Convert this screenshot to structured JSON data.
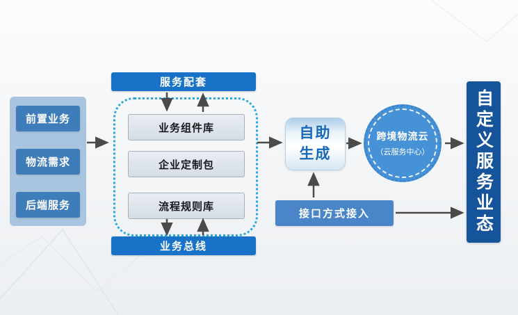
{
  "left_panel": {
    "items": [
      "前置业务",
      "物流需求",
      "后端服务"
    ]
  },
  "core": {
    "top_bar": "服务配套",
    "boxes": [
      "业务组件库",
      "企业定制包",
      "流程规则库"
    ],
    "bottom_bar": "业务总线"
  },
  "generate": {
    "line1": "自助",
    "line2": "生成"
  },
  "cloud": {
    "line1": "跨境物流云",
    "line2": "（云服务中心）"
  },
  "interface_box": {
    "label": "接口方式接入"
  },
  "right_bar": {
    "label": "自定义服务业态"
  },
  "colors": {
    "bar_blue": "#1873c8",
    "left_item_blue": "#3e7cba",
    "left_panel_blue": "#a9c4de",
    "dotted_border": "#29a8e0",
    "cloud_blue": "#4791d6",
    "right_bar_blue": "#15549b",
    "interface_blue": "#4a85c7",
    "generate_text_blue": "#1768b6",
    "arrow_gray": "#4a4a4a"
  }
}
